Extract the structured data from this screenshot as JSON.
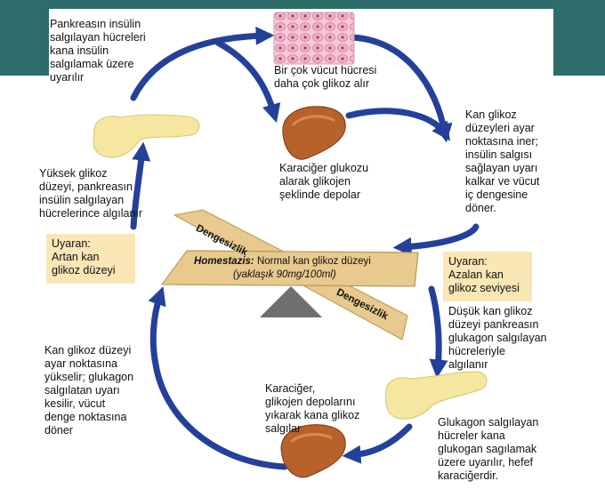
{
  "top_left_text": [
    "Pankreasın insülin",
    "salgılayan hücreleri",
    "kana insülin",
    "salgılamak üzere",
    "uyarılır"
  ],
  "cells_text": [
    "Bir çok vücut hücresi",
    "daha çok glikoz alır"
  ],
  "liver_top_text": [
    "Karaciğer glukozu",
    "alarak glikojen",
    "şeklinde depolar"
  ],
  "right_top_text": [
    "Kan glikoz",
    "düzeyleri ayar",
    "noktasına iner;",
    "insülin salgısı",
    "sağlayan uyarı",
    "kalkar ve vücut",
    "iç dengesine",
    "döner."
  ],
  "left_mid_text": [
    "Yüksek glikoz",
    "düzeyi, pankreasın",
    "insülin salgılayan",
    "hücrelerince algılanır"
  ],
  "stimulus_left": [
    "Uyaran:",
    "Artan kan",
    "glikoz düzeyi"
  ],
  "stimulus_right": [
    "Uyaran:",
    "Azalan kan",
    "glikoz seviyesi"
  ],
  "beam": {
    "imbalance_top": "Dengesizlik",
    "imbalance_bottom": "Dengesizlik",
    "homeostasis_label": "Homestazis:",
    "homeostasis_text": " Normal kan glikoz düzeyi",
    "homeostasis_value": "(yaklaşık 90mg/100ml)"
  },
  "right_mid_text": [
    "Düşük kan glikoz",
    "düzeyi pankreasın",
    "glukagon salgılayan",
    "hücreleriyle",
    "algılanır"
  ],
  "left_bottom_text": [
    "Kan glikoz düzeyi",
    "ayar noktasına",
    "yükselir; glukagon",
    "salgılatan uyarı",
    "kesilir, vücut",
    "denge noktasına",
    "döner"
  ],
  "liver_bottom_text": [
    "Karaciğer,",
    "glikojen depolarını",
    "yıkarak kana glikoz",
    "salgılar"
  ],
  "right_bottom_text": [
    "Glukagon salgılayan",
    "hücreler kana",
    "glukogan sagılamak",
    "üzere uyarılır, hefef",
    "karaciğerdir."
  ],
  "colors": {
    "arrow": "#23419a",
    "beam": "#e8c98e",
    "band": "#2e6b6b",
    "liver": "#b8612a",
    "pancreas": "#f6e7a0",
    "box": "#fbe6b6"
  }
}
